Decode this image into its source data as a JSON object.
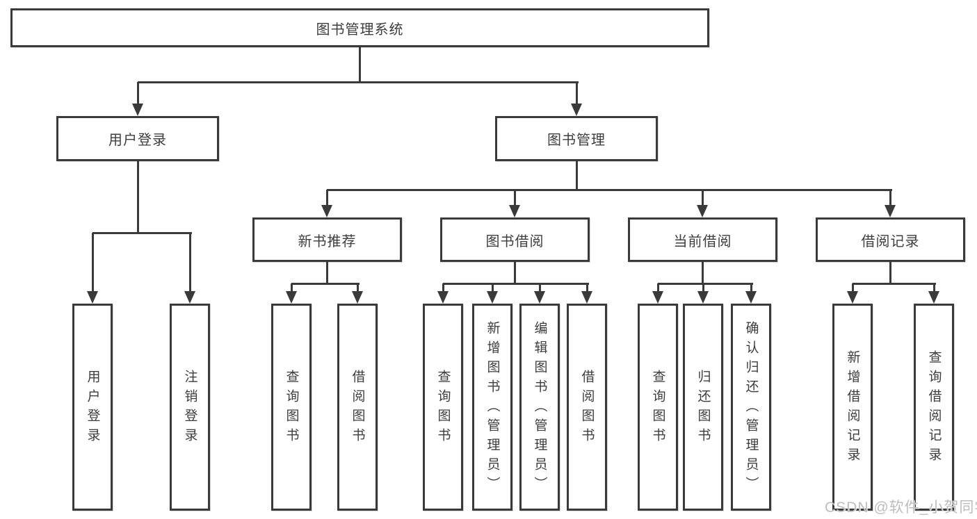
{
  "tree": {
    "label": "图书管理系统",
    "children": [
      {
        "label": "用户登录",
        "children": [
          {
            "label": "用户登录"
          },
          {
            "label": "注销登录"
          }
        ]
      },
      {
        "label": "图书管理",
        "children": [
          {
            "label": "新书推荐",
            "children": [
              {
                "label": "查询图书"
              },
              {
                "label": "借阅图书"
              }
            ]
          },
          {
            "label": "图书借阅",
            "children": [
              {
                "label": "查询图书"
              },
              {
                "label": "新增图书（管理员）"
              },
              {
                "label": "编辑图书（管理员）"
              },
              {
                "label": "借阅图书"
              }
            ]
          },
          {
            "label": "当前借阅",
            "children": [
              {
                "label": "查询图书"
              },
              {
                "label": "归还图书"
              },
              {
                "label": "确认归还（管理员）"
              }
            ]
          },
          {
            "label": "借阅记录",
            "children": [
              {
                "label": "新增借阅记录"
              },
              {
                "label": "查询借阅记录"
              }
            ]
          }
        ]
      }
    ]
  },
  "watermark": "CSDN @软件_小贺同学",
  "colors": {
    "line": "#3a3a3a",
    "text": "#3d3d3d",
    "background": "#ffffff",
    "watermark": "#bdbdbd"
  }
}
